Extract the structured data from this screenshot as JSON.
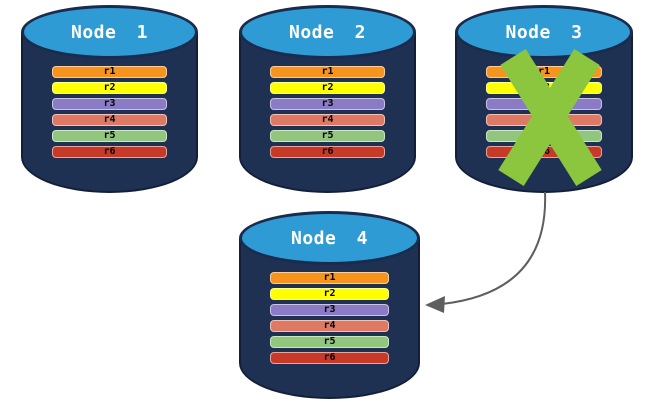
{
  "diagram": {
    "description": "Four database node cylinders each holding replicated rows r1-r6; Node 3 is crossed out as failed and an arrow points from Node 3 to replacement Node 4"
  },
  "nodes": [
    {
      "label": "Node 1",
      "failed": false,
      "rows": [
        {
          "label": "r1",
          "color": "#F7941E"
        },
        {
          "label": "r2",
          "color": "#FFFF00"
        },
        {
          "label": "r3",
          "color": "#8A7BC4"
        },
        {
          "label": "r4",
          "color": "#DE7964"
        },
        {
          "label": "r5",
          "color": "#92C57E"
        },
        {
          "label": "r6",
          "color": "#C83A28"
        }
      ]
    },
    {
      "label": "Node 2",
      "failed": false,
      "rows": [
        {
          "label": "r1",
          "color": "#F7941E"
        },
        {
          "label": "r2",
          "color": "#FFFF00"
        },
        {
          "label": "r3",
          "color": "#8A7BC4"
        },
        {
          "label": "r4",
          "color": "#DE7964"
        },
        {
          "label": "r5",
          "color": "#92C57E"
        },
        {
          "label": "r6",
          "color": "#C83A28"
        }
      ]
    },
    {
      "label": "Node 3",
      "failed": true,
      "rows": [
        {
          "label": "r1",
          "color": "#F7941E"
        },
        {
          "label": "r2",
          "color": "#FFFF00"
        },
        {
          "label": "r3",
          "color": "#8A7BC4"
        },
        {
          "label": "r4",
          "color": "#DE7964"
        },
        {
          "label": "r5",
          "color": "#92C57E"
        },
        {
          "label": "r6",
          "color": "#C83A28"
        }
      ]
    },
    {
      "label": "Node 4",
      "failed": false,
      "rows": [
        {
          "label": "r1",
          "color": "#F7941E"
        },
        {
          "label": "r2",
          "color": "#FFFF00"
        },
        {
          "label": "r3",
          "color": "#8A7BC4"
        },
        {
          "label": "r4",
          "color": "#DE7964"
        },
        {
          "label": "r5",
          "color": "#92C57E"
        },
        {
          "label": "r6",
          "color": "#C83A28"
        }
      ]
    }
  ],
  "annotations": {
    "failure_x": {
      "on_node": "Node 3",
      "color": "#8CC63E"
    },
    "arrow": {
      "from": "Node 3",
      "to": "Node 4",
      "color": "#5E5E5E"
    }
  },
  "colors": {
    "background": "#FFFFFF",
    "cylinder_body": "#1F3153",
    "cylinder_body_border": "#131F39",
    "cylinder_top": "#2E9BD5",
    "cylinder_top_border": "#1A2C4E",
    "node_label_text": "#FFFFFF",
    "row_label_text": "#000000"
  }
}
